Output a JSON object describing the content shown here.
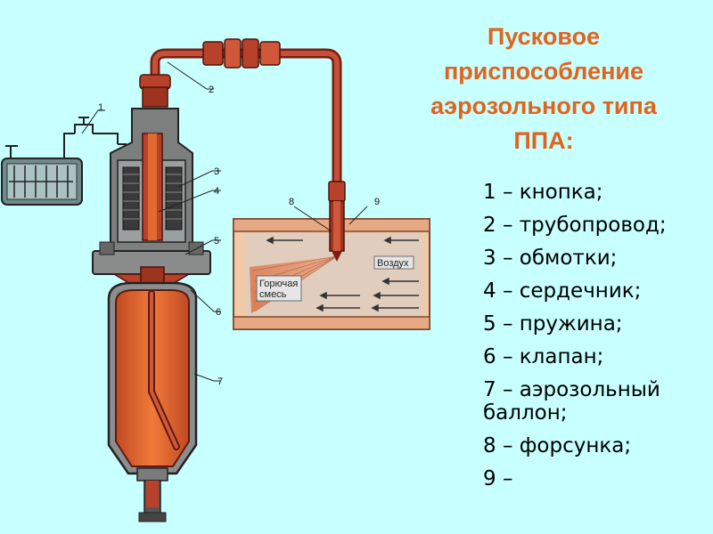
{
  "title_lines": [
    "Пусковое",
    "приспособление",
    "аэрозольного типа",
    "ППА:"
  ],
  "legend_items": [
    "1 – кнопка;",
    "2 – трубопровод;",
    "3 – обмотки;",
    "4 – сердечник;",
    "5 – пружина;",
    "6 – клапан;",
    "7 – аэрозольный баллон;",
    "8 – форсунка;",
    "9 –"
  ],
  "callouts": [
    "1",
    "2",
    "3",
    "4",
    "5",
    "6",
    "7",
    "8",
    "9"
  ],
  "duct_labels": {
    "air": "Воздух",
    "mix_line1": "Горючая",
    "mix_line2": "смесь"
  },
  "colors": {
    "background": "#c8ffff",
    "title": "#e0641f",
    "metal": "#b8412a",
    "fuel": "#e06a30",
    "duct": "#f3c9a8"
  }
}
